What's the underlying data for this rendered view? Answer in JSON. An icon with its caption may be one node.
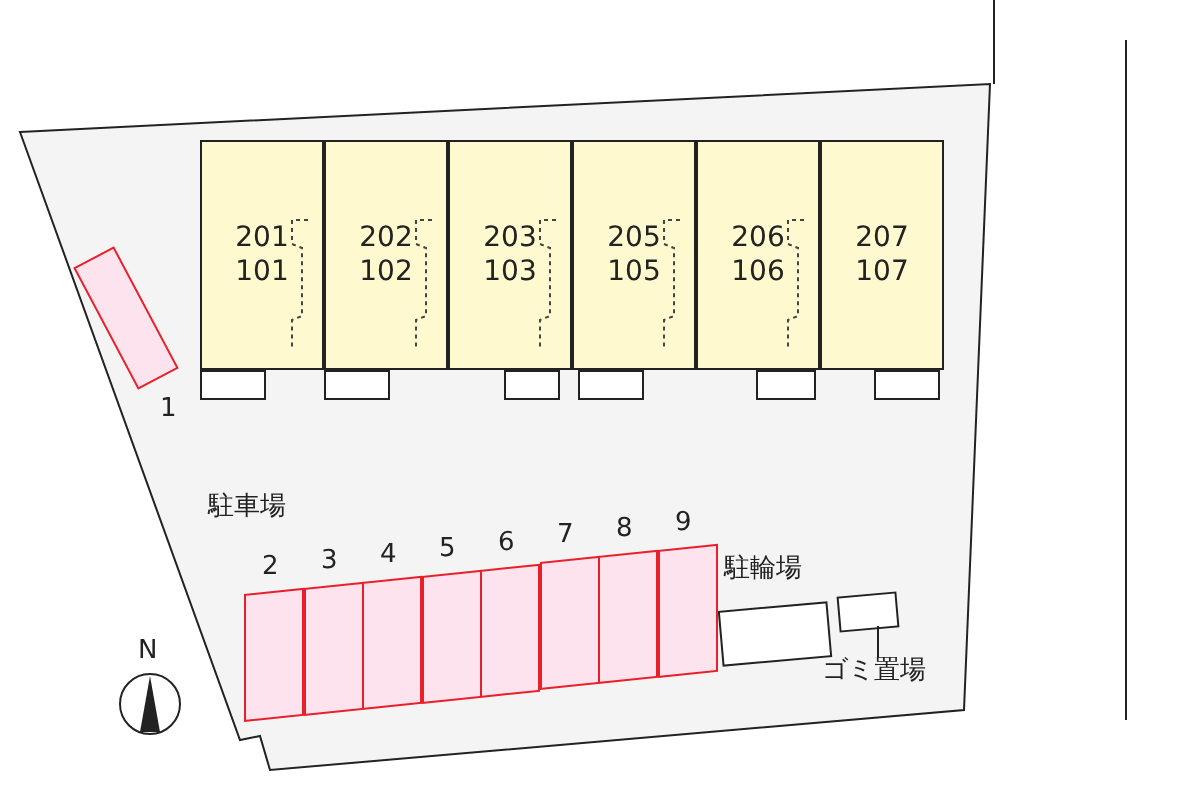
{
  "diagram": {
    "nodes": [
      {
        "text": [
          "201 101"
        ]
      },
      {
        "text": [
          "202 102"
        ]
      },
      {
        "text": [
          "203 103"
        ]
      },
      {
        "text": [
          "205 105"
        ]
      },
      {
        "text": [
          "206 106"
        ]
      },
      {
        "text": [
          "207 107"
        ]
      },
      {
        "text": [],
        "shape": "box",
        "beside": [
          "1"
        ]
      },
      {
        "text": [],
        "shape": "box",
        "beside": [
          "2"
        ]
      },
      {
        "text": [],
        "shape": "box",
        "beside": [
          "3"
        ]
      },
      {
        "text": [],
        "shape": "box",
        "beside": [
          "4"
        ]
      },
      {
        "text": [],
        "shape": "box",
        "beside": [
          "5"
        ]
      },
      {
        "text": [],
        "shape": "box",
        "beside": [
          "6"
        ]
      },
      {
        "text": [],
        "shape": "box",
        "beside": [
          "7"
        ]
      },
      {
        "text": [],
        "shape": "box",
        "beside": [
          "8"
        ]
      },
      {
        "text": [],
        "shape": "box",
        "beside": [
          "9"
        ]
      },
      {
        "text": [],
        "shape": "box",
        "beside": [
          "駐輪場"
        ]
      },
      {
        "text": [],
        "shape": "box"
      },
      {
        "text": [
          "ゴミ置場"
        ]
      }
    ],
    "edges": [
      {
        "from": 17,
        "to": 16,
        "arrow": "none"
      }
    ],
    "labels": [
      "駐車場",
      "N"
    ]
  }
}
